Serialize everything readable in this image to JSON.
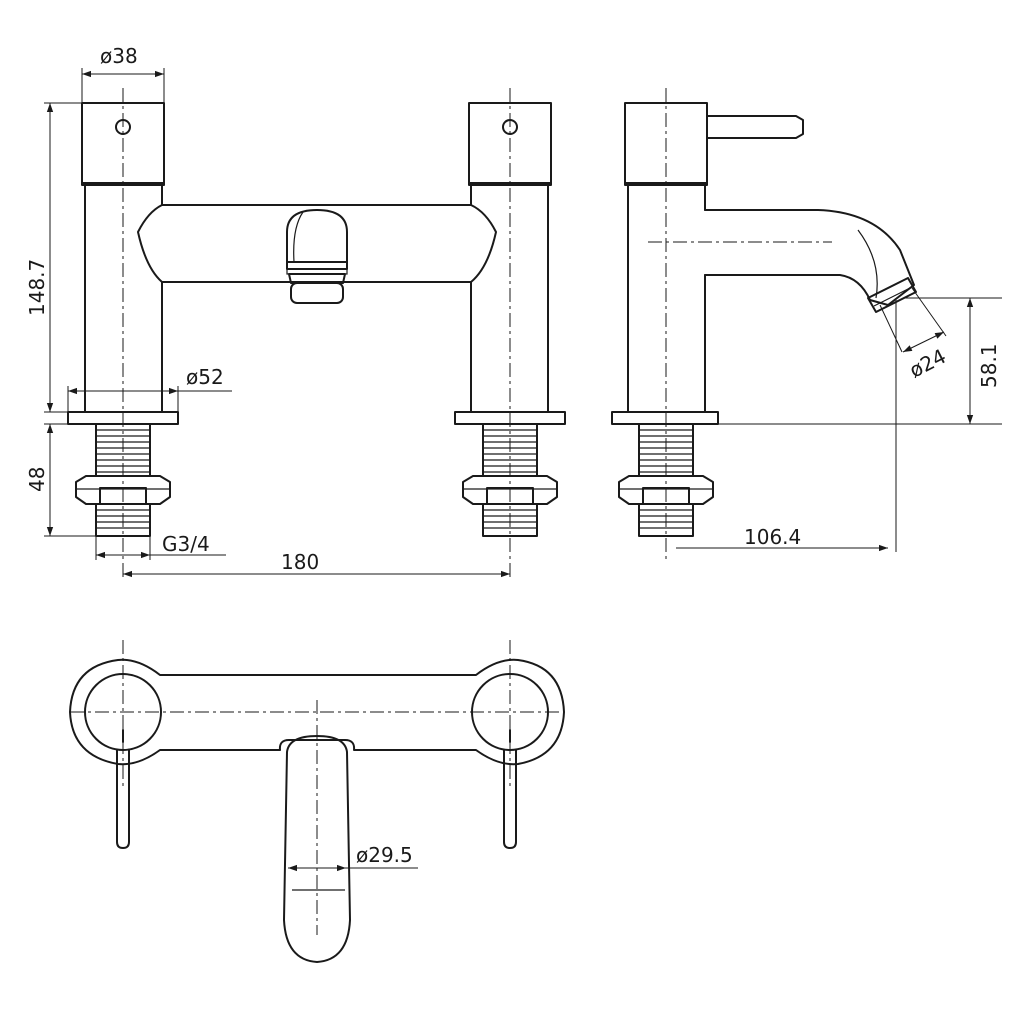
{
  "dimensions": {
    "body_diameter": "ø38",
    "overall_height": "148.7",
    "base_diameter": "ø52",
    "shank_length": "48",
    "thread": "G3/4",
    "centres": "180",
    "spout_outlet_diameter": "ø24",
    "spout_outlet_height": "58.1",
    "spout_projection": "106.4",
    "spout_width_plan": "ø29.5"
  },
  "colors": {
    "line": "#1a1a1a",
    "background": "#ffffff"
  }
}
